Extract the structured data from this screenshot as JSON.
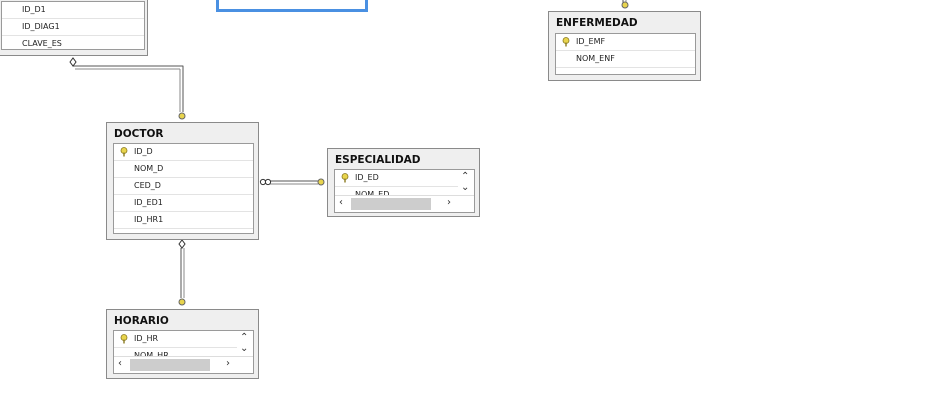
{
  "tables": {
    "top_left": {
      "columns": [
        {
          "name": "ID_D1",
          "pk": false
        },
        {
          "name": "ID_DIAG1",
          "pk": false
        },
        {
          "name": "CLAVE_ES",
          "pk": false
        }
      ]
    },
    "enfermedad": {
      "title": "ENFERMEDAD",
      "columns": [
        {
          "name": "ID_EMF",
          "pk": true
        },
        {
          "name": "NOM_ENF",
          "pk": false
        }
      ]
    },
    "doctor": {
      "title": "DOCTOR",
      "columns": [
        {
          "name": "ID_D",
          "pk": true
        },
        {
          "name": "NOM_D",
          "pk": false
        },
        {
          "name": "CED_D",
          "pk": false
        },
        {
          "name": "ID_ED1",
          "pk": false
        },
        {
          "name": "ID_HR1",
          "pk": false
        }
      ]
    },
    "especialidad": {
      "title": "ESPECIALIDAD",
      "columns": [
        {
          "name": "ID_ED",
          "pk": true
        },
        {
          "name": "NOM_ED",
          "pk": false
        }
      ]
    },
    "horario": {
      "title": "HORARIO",
      "columns": [
        {
          "name": "ID_HR",
          "pk": true
        },
        {
          "name": "NOM_HR",
          "pk": false
        }
      ]
    }
  },
  "icons": {
    "primary_key": "key-icon",
    "scroll_up": "chevron-up-icon",
    "scroll_down": "chevron-down-icon",
    "scroll_left": "chevron-left-icon",
    "scroll_right": "chevron-right-icon"
  },
  "colors": {
    "connector": "#8a8a8a",
    "key_yellow": "#e8d44d",
    "selection_blue": "#4a90e2"
  }
}
